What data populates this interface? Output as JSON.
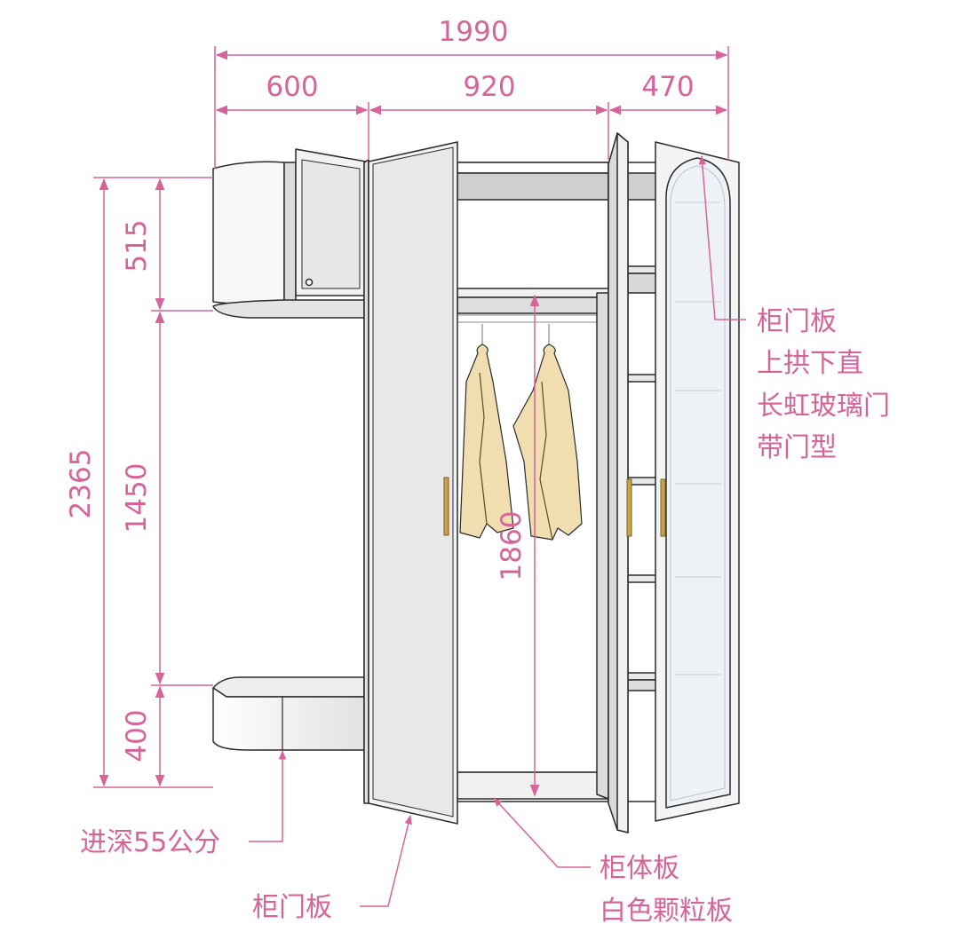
{
  "colors": {
    "annotation": "#d6649a",
    "outline": "#2a2a2a",
    "panel": "#e9e9e9",
    "panel_dark": "#cfcfcf",
    "glass": "#eef2f6",
    "garment": "#f0deb0",
    "handle": "#c9a24a"
  },
  "dimensions": {
    "total_width": "1990",
    "left_width": "600",
    "middle_width": "920",
    "right_width": "470",
    "total_height": "2365",
    "upper_cabinet_height": "515",
    "open_section_height": "1450",
    "bench_height": "400",
    "hanging_height": "1860"
  },
  "annotations": {
    "glass_door": [
      "柜门板",
      "上拱下直",
      "长虹玻璃门",
      "带门型"
    ],
    "depth": "进深55公分",
    "door_panel": "柜门板",
    "carcass": [
      "柜体板",
      "白色颗粒板"
    ]
  }
}
